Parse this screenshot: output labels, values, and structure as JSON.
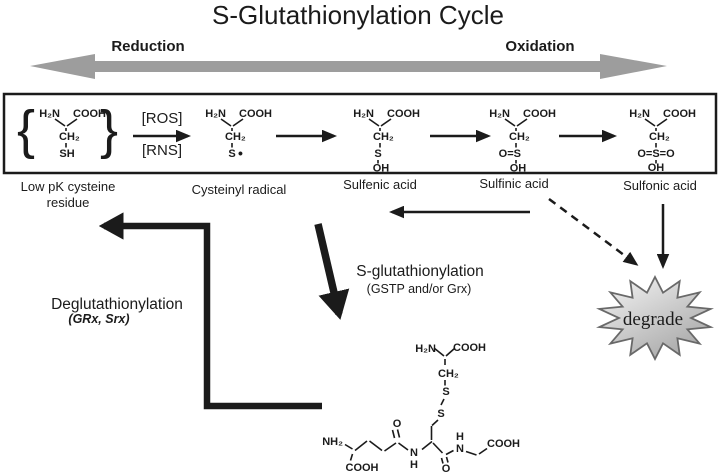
{
  "title": "S-Glutathionylation Cycle",
  "direction_arrow": {
    "left": "Reduction",
    "right": "Oxidation"
  },
  "box": {
    "conditions": {
      "top": "[ROS]",
      "bottom": "[RNS]"
    },
    "structures": [
      {
        "brace_open": "{",
        "brace_close": "}",
        "amine": "H₂N",
        "acid": "COOH",
        "methylene": "CH₂",
        "sulfur": "SH",
        "label1": "Low pK cysteine",
        "label2": "residue"
      },
      {
        "amine": "H₂N",
        "acid": "COOH",
        "methylene": "CH₂",
        "sulfur": "S",
        "radical": "•",
        "label1": "Cysteinyl radical"
      },
      {
        "amine": "H₂N",
        "acid": "COOH",
        "methylene": "CH₂",
        "sulfur": "S",
        "hydroxyl": "OH",
        "label1": "Sulfenic acid"
      },
      {
        "amine": "H₂N",
        "acid": "COOH",
        "methylene": "CH₂",
        "sulfur": "O=S",
        "hydroxyl": "OH",
        "label1": "Sulfinic acid"
      },
      {
        "amine": "H₂N",
        "acid": "COOH",
        "methylene": "CH₂",
        "sulfur": "O=S=O",
        "hydroxyl": "OH",
        "label1": "Sulfonic acid"
      }
    ]
  },
  "pathways": {
    "deglutathionylation": {
      "label": "Deglutathionylation",
      "enzymes": "(GRx, Srx)"
    },
    "s_glutathionylation": {
      "label": "S-glutathionylation",
      "enzymes": "(GSTP and/or Grx)"
    },
    "degrade": {
      "label": "degrade"
    }
  },
  "glutathione_adduct": {
    "cysteinyl": {
      "amine": "H₂N",
      "acid": "COOH",
      "methylene": "CH₂",
      "sulfur": "S"
    },
    "disulfide": {
      "sulfur": "S"
    },
    "glutamate": {
      "amine": "NH₂",
      "acid": "COOH"
    },
    "amide_left": {
      "oxygen": "O",
      "nitrogen": "N",
      "hydrogen": "H"
    },
    "amide_right": {
      "oxygen": "O",
      "nitrogen": "N",
      "hydrogen": "H"
    },
    "glycine": {
      "acid": "COOH"
    }
  },
  "colors": {
    "arrow_gray": "#9d9d9d",
    "star_light": "#f6f6f6",
    "star_dark": "#a9a9a9",
    "star_stroke": "#696969",
    "ink": "#1b1b1b"
  }
}
